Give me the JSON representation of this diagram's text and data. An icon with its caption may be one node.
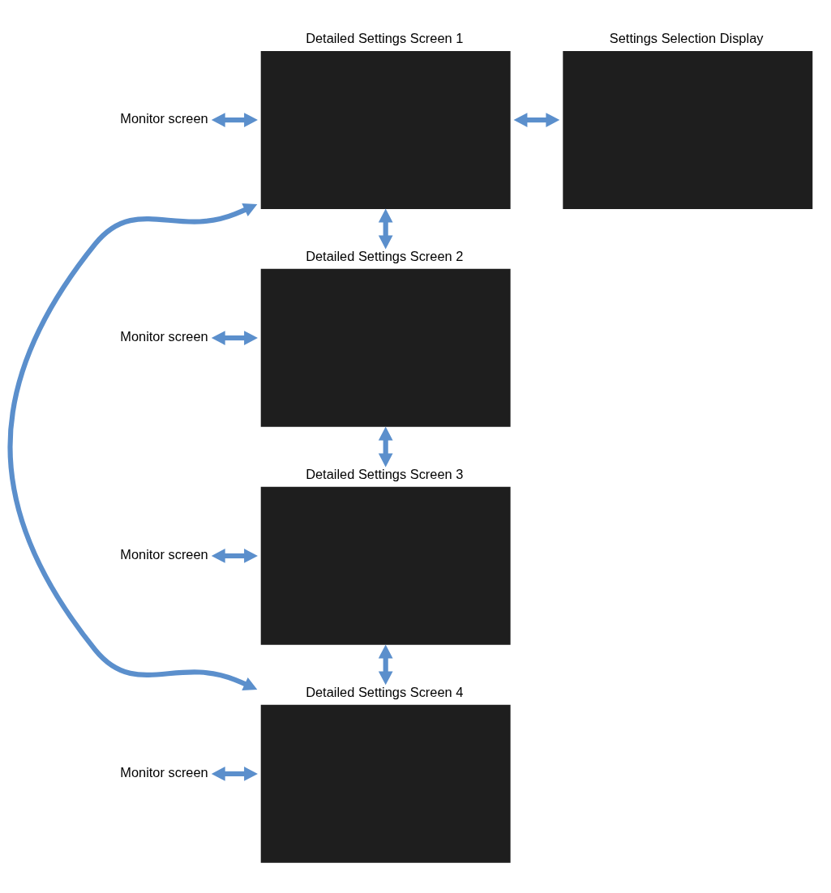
{
  "diagram": {
    "nodes": [
      {
        "text": [
          "Detailed Settings Screen 1"
        ]
      },
      {
        "text": [
          "Settings Selection Display"
        ]
      },
      {
        "text": [
          "Monitor screen"
        ]
      },
      {
        "text": [
          "Detailed Settings Screen 2"
        ]
      },
      {
        "text": [
          "Monitor screen"
        ]
      },
      {
        "text": [
          "Detailed Settings Screen 3"
        ]
      },
      {
        "text": [
          "Monitor screen"
        ]
      },
      {
        "text": [
          "Detailed Settings Screen 4"
        ]
      },
      {
        "text": [
          "Monitor screen"
        ]
      }
    ],
    "edges": [
      {
        "from": 2,
        "to": 0,
        "arrow": "both"
      },
      {
        "from": 0,
        "to": 1,
        "arrow": "both"
      },
      {
        "from": 0,
        "to": 3,
        "arrow": "both"
      },
      {
        "from": 4,
        "to": 3,
        "arrow": "both"
      },
      {
        "from": 3,
        "to": 5,
        "arrow": "both"
      },
      {
        "from": 6,
        "to": 5,
        "arrow": "both"
      },
      {
        "from": 5,
        "to": 7,
        "arrow": "both"
      },
      {
        "from": 8,
        "to": 7,
        "arrow": "both"
      },
      {
        "from": 0,
        "to": 7,
        "arrow": "both"
      }
    ]
  }
}
